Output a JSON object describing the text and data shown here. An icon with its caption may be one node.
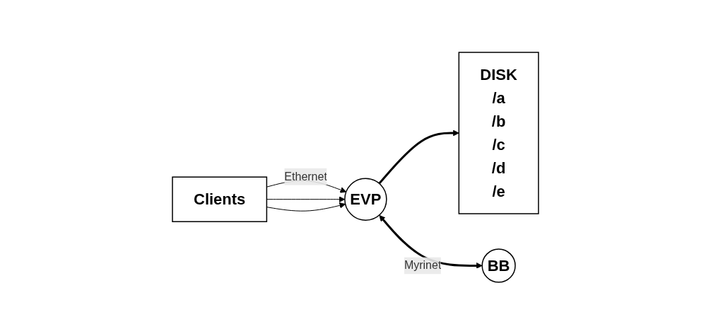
{
  "diagram": {
    "nodes": [
      {
        "text": [
          "Clients"
        ]
      },
      {
        "text": [
          "EVP"
        ]
      },
      {
        "text": [
          "DISK /a /b /c /d /e"
        ]
      },
      {
        "text": [
          "BB"
        ]
      }
    ],
    "edges": [
      {
        "from": 0,
        "to": 1,
        "arrow": "to",
        "label": "Ethernet"
      },
      {
        "from": 0,
        "to": 1,
        "arrow": "to"
      },
      {
        "from": 0,
        "to": 1,
        "arrow": "to"
      },
      {
        "from": 1,
        "to": 2,
        "arrow": "to",
        "style": "thick"
      },
      {
        "from": 1,
        "to": 3,
        "arrow": "both",
        "style": "thick",
        "label": "Myrinet"
      }
    ]
  }
}
